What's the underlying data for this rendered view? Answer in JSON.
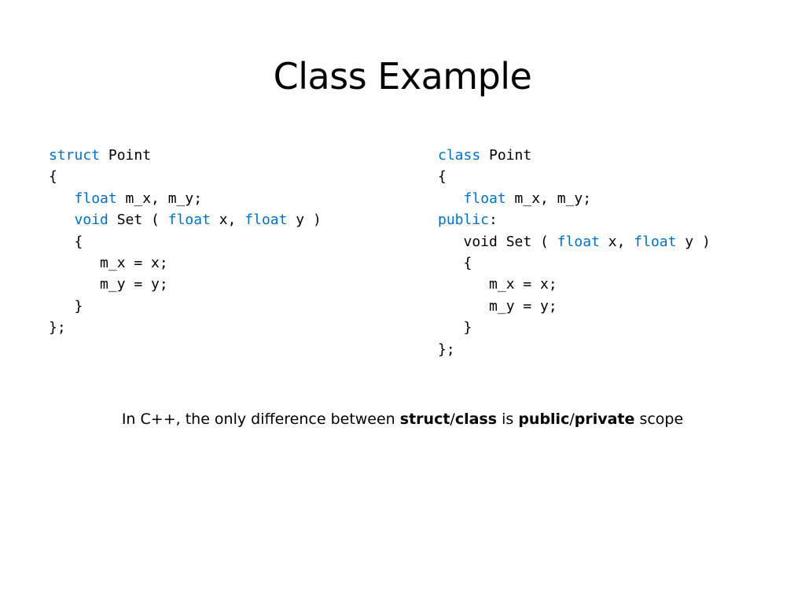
{
  "title": "Class Example",
  "colors": {
    "keyword": "#0070c0",
    "text": "#000000",
    "background": "#ffffff"
  },
  "code_left": [
    [
      {
        "t": "struct",
        "kw": true
      },
      {
        "t": " Point"
      }
    ],
    [
      {
        "t": "{"
      }
    ],
    [
      {
        "t": "   "
      },
      {
        "t": "float",
        "kw": true
      },
      {
        "t": " m_x, m_y;"
      }
    ],
    [
      {
        "t": "   "
      },
      {
        "t": "void",
        "kw": true
      },
      {
        "t": " Set ( "
      },
      {
        "t": "float",
        "kw": true
      },
      {
        "t": " x, "
      },
      {
        "t": "float",
        "kw": true
      },
      {
        "t": " y )"
      }
    ],
    [
      {
        "t": "   {"
      }
    ],
    [
      {
        "t": "      m_x = x;"
      }
    ],
    [
      {
        "t": "      m_y = y;"
      }
    ],
    [
      {
        "t": "   }"
      }
    ],
    [
      {
        "t": "};"
      }
    ]
  ],
  "code_right": [
    [
      {
        "t": "class",
        "kw": true
      },
      {
        "t": " Point"
      }
    ],
    [
      {
        "t": "{"
      }
    ],
    [
      {
        "t": "   "
      },
      {
        "t": "float",
        "kw": true
      },
      {
        "t": " m_x, m_y;"
      }
    ],
    [
      {
        "t": "public",
        "kw": true
      },
      {
        "t": ":"
      }
    ],
    [
      {
        "t": "   void Set ( "
      },
      {
        "t": "float",
        "kw": true
      },
      {
        "t": " x, "
      },
      {
        "t": "float",
        "kw": true
      },
      {
        "t": " y )"
      }
    ],
    [
      {
        "t": "   {"
      }
    ],
    [
      {
        "t": "      m_x = x;"
      }
    ],
    [
      {
        "t": "      m_y = y;"
      }
    ],
    [
      {
        "t": "   }"
      }
    ],
    [
      {
        "t": "};"
      }
    ]
  ],
  "caption": {
    "part1": "In C++, the only difference between ",
    "struct_word": "struct",
    "slash1": "/",
    "class_word": "class",
    "is_word": " is ",
    "public_word": "public",
    "slash2": "/",
    "private_word": "private",
    "part2": " scope"
  }
}
